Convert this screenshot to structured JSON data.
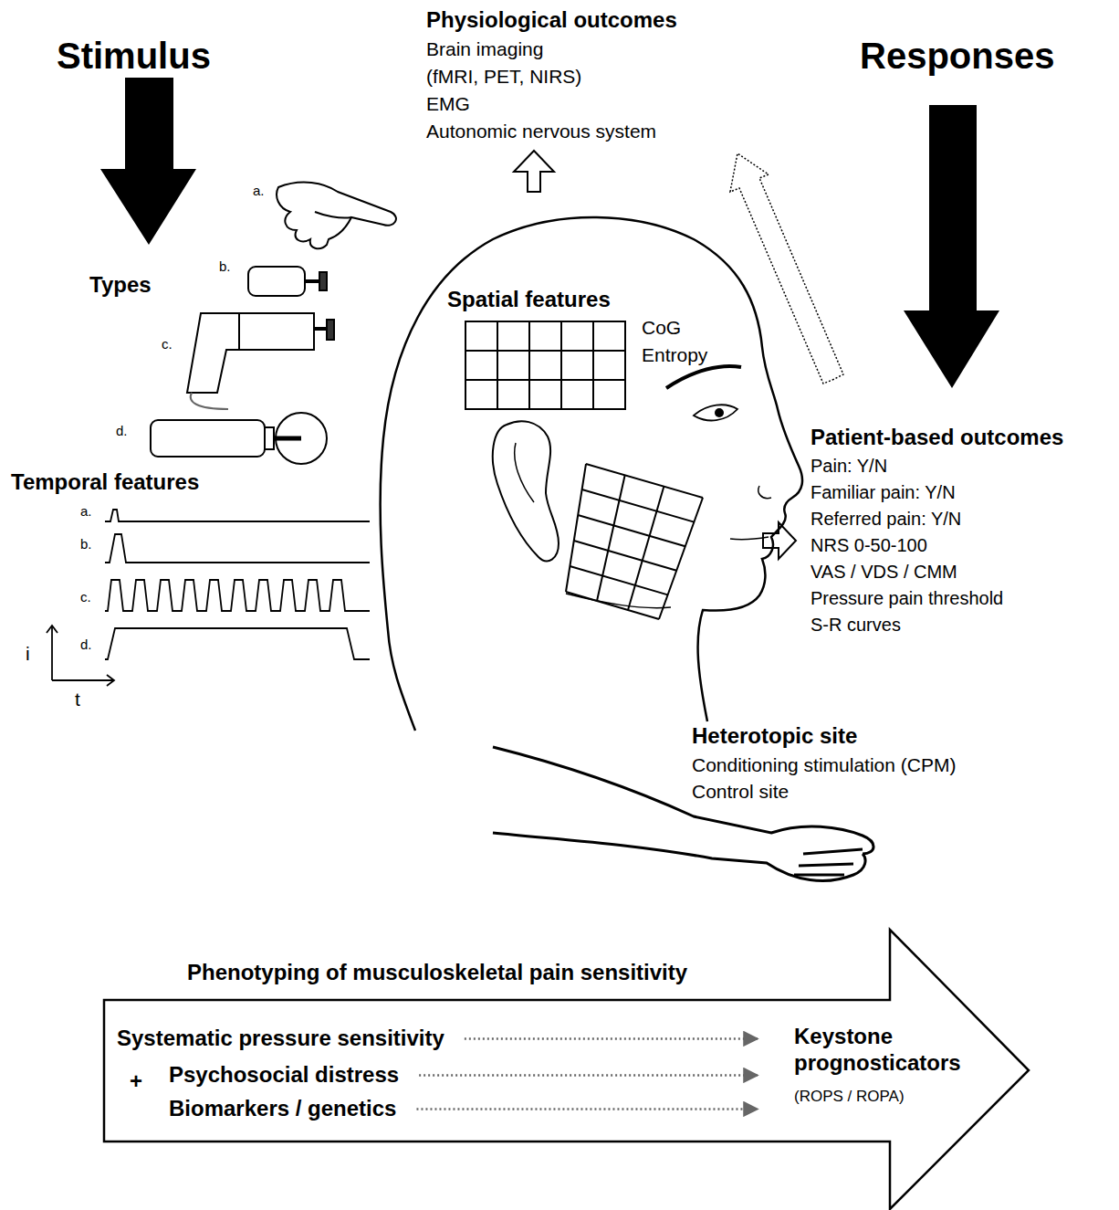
{
  "diagram": {
    "nodes": [
      {
        "text": [
          "Phenotyping of musculoskeletal pain sensitivity",
          "Systematic pressure sensitivity",
          "+",
          "Psychosocial distress",
          "Biomarkers / genetics",
          "Keystone prognosticators",
          "(ROPS / ROPA)"
        ]
      }
    ],
    "labels": [
      "Stimulus",
      "Responses",
      "Physiological outcomes",
      "Brain imaging",
      "(fMRI, PET, NIRS)",
      "EMG",
      "Autonomic nervous system",
      "Types",
      "a.",
      "b.",
      "c.",
      "d.",
      "Spatial features",
      "CoG",
      "Entropy",
      "Temporal features",
      "a.",
      "b.",
      "c.",
      "d.",
      "i",
      "t",
      "Patient-based outcomes",
      "Pain: Y/N",
      "Familiar pain: Y/N",
      "Referred pain: Y/N",
      "NRS 0-50-100",
      "VAS / VDS / CMM",
      "Pressure pain threshold",
      "S-R curves",
      "Heterotopic site",
      "Conditioning stimulation (CPM)",
      "Control site"
    ]
  }
}
